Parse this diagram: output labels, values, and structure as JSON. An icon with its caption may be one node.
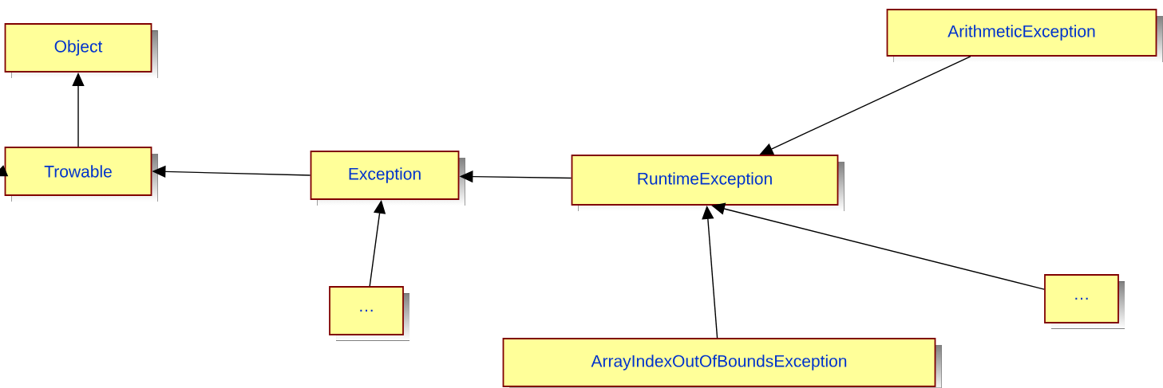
{
  "diagram": {
    "nodes": [
      {
        "text": [
          "Object"
        ]
      },
      {
        "text": [
          "Trowable"
        ]
      },
      {
        "text": [
          "Exception"
        ]
      },
      {
        "text": [
          "RuntimeException"
        ]
      },
      {
        "text": [
          "ArithmeticException"
        ]
      },
      {
        "text": [
          "…"
        ]
      },
      {
        "text": [
          "ArrayIndexOutOfBoundsException"
        ]
      },
      {
        "text": [
          "…"
        ]
      }
    ],
    "edges": [
      {
        "from": 1,
        "to": 0,
        "arrow": "to"
      },
      {
        "from": 2,
        "to": 1,
        "arrow": "to"
      },
      {
        "from": 3,
        "to": 2,
        "arrow": "to"
      },
      {
        "from": 4,
        "to": 3,
        "arrow": "to"
      },
      {
        "from": 5,
        "to": 2,
        "arrow": "to"
      },
      {
        "from": 6,
        "to": 3,
        "arrow": "to"
      },
      {
        "from": 7,
        "to": 3,
        "arrow": "to"
      },
      {
        "from": 1,
        "to": null,
        "arrow": "to"
      }
    ]
  }
}
